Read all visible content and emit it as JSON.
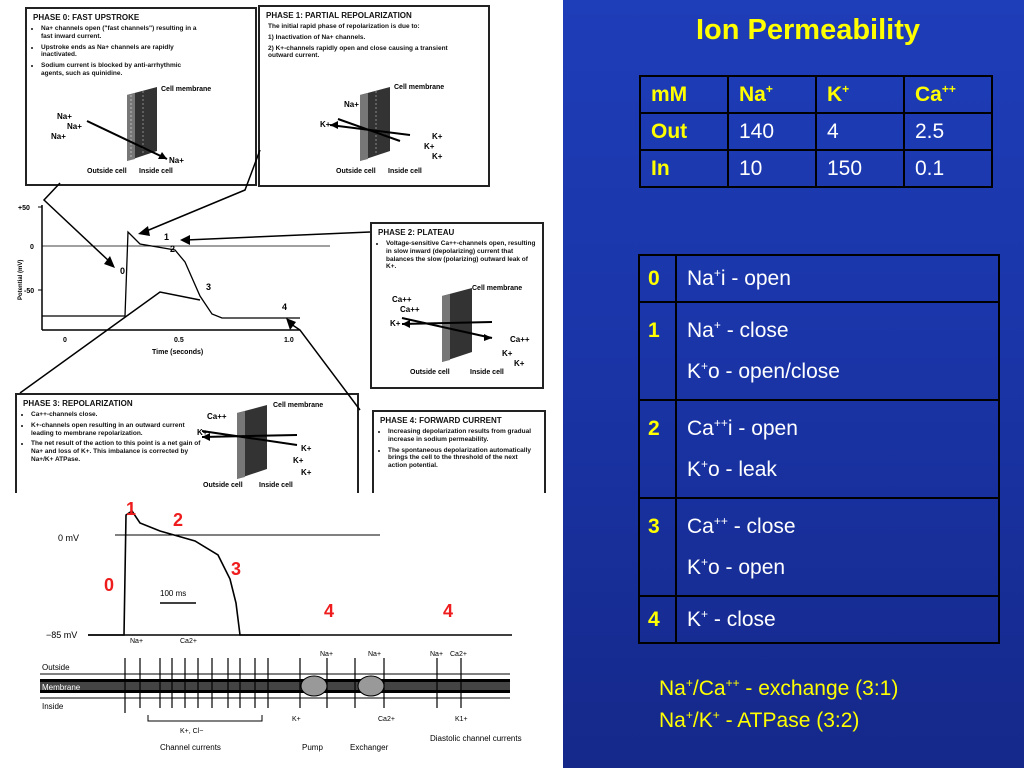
{
  "left": {
    "phase0": {
      "title": "PHASE 0: FAST UPSTROKE",
      "bullets": [
        "Na+ channels open (\"fast channels\") resulting in a fast inward current.",
        "Upstroke ends as Na+ channels are rapidly inactivated.",
        "Sodium current is blocked by anti-arrhythmic agents, such as quinidine."
      ],
      "membrane_label": "Cell membrane",
      "outside_label": "Outside cell",
      "inside_label": "Inside cell",
      "ion_na": "Na+"
    },
    "phase1": {
      "title": "PHASE 1: PARTIAL REPOLARIZATION",
      "intro": "The initial rapid phase of repolarization is due to:",
      "items": [
        "1) Inactivation of Na+ channels.",
        "2) K+-channels rapidly open and close causing a transient outward current."
      ],
      "membrane_label": "Cell membrane",
      "outside_label": "Outside cell",
      "inside_label": "Inside cell",
      "ion_na": "Na+",
      "ion_k": "K+"
    },
    "phase2": {
      "title": "PHASE 2: PLATEAU",
      "bullets": [
        "Voltage-sensitive Ca++-channels open, resulting in slow inward (depolarizing) current that balances the slow (polarizing) outward leak of K+."
      ],
      "membrane_label": "Cell membrane",
      "outside_label": "Outside cell",
      "inside_label": "Inside cell",
      "ion_ca": "Ca++",
      "ion_k": "K+"
    },
    "phase3": {
      "title": "PHASE 3: REPOLARIZATION",
      "bullets": [
        "Ca++-channels close.",
        "K+-channels open resulting in an outward current leading to membrane repolarization.",
        "The net result of the action to this point is a net gain of Na+ and loss of K+. This imbalance is corrected by Na+/K+ ATPase."
      ],
      "membrane_label": "Cell membrane",
      "outside_label": "Outside cell",
      "inside_label": "Inside cell",
      "ion_ca": "Ca++",
      "ion_k": "K+"
    },
    "phase4": {
      "title": "PHASE 4: FORWARD CURRENT",
      "bullets": [
        "Increasing depolarization results from gradual increase in sodium permeability.",
        "The spontaneous depolarization automatically brings the cell to the threshold of the next action potential."
      ]
    },
    "graph": {
      "ylabel": "Potential (mV)",
      "xlabel": "Time (seconds)",
      "yticks": [
        "+50",
        "0",
        "-50"
      ],
      "xticks": [
        "0",
        "0.5",
        "1.0"
      ],
      "phase_labels": [
        "0",
        "1",
        "2",
        "3",
        "4"
      ]
    },
    "lower": {
      "zero_mv": "0 mV",
      "minus85": "−85 mV",
      "scale": "100 ms",
      "red_labels": [
        "1",
        "2",
        "0",
        "3",
        "4",
        "4"
      ],
      "outside": "Outside",
      "membrane": "Membrane",
      "inside": "Inside",
      "ion_na": "Na+",
      "ion_ca2": "Ca2+",
      "ion_k": "K+",
      "kcl": "K+, Cl−",
      "k1": "K1+",
      "channel_currents": "Channel currents",
      "pump": "Pump",
      "exchanger": "Exchanger",
      "diastolic": "Diastolic channel currents"
    }
  },
  "right": {
    "title": "Ion Permeability",
    "conc_table": {
      "headers": [
        "mM",
        "Na",
        "K",
        "Ca"
      ],
      "header_sups": [
        "",
        "+",
        "+",
        "++"
      ],
      "rows": [
        {
          "label": "Out",
          "values": [
            "140",
            "4",
            "2.5"
          ]
        },
        {
          "label": "In",
          "values": [
            "10",
            "150",
            "0.1"
          ]
        }
      ]
    },
    "phase_table": [
      {
        "num": "0",
        "lines": [
          {
            "a": "Na",
            "sup": "+",
            "b": "i - open"
          }
        ]
      },
      {
        "num": "1",
        "lines": [
          {
            "a": "Na",
            "sup": "+",
            "b": " - close"
          },
          {
            "a": "K",
            "sup": "+",
            "b": "o - open/close"
          }
        ]
      },
      {
        "num": "2",
        "lines": [
          {
            "a": "Ca",
            "sup": "++",
            "b": "i - open"
          },
          {
            "a": "K",
            "sup": "+",
            "b": "o - leak"
          }
        ]
      },
      {
        "num": "3",
        "lines": [
          {
            "a": "Ca",
            "sup": "++",
            "b": " - close"
          },
          {
            "a": "K",
            "sup": "+",
            "b": "o - open"
          }
        ]
      },
      {
        "num": "4",
        "lines": [
          {
            "a": "K",
            "sup": "+",
            "b": " - close"
          }
        ]
      }
    ],
    "notes": [
      {
        "p1": "Na",
        "s1": "+",
        "p2": "/Ca",
        "s2": "++",
        "p3": " - exchange (3:1)"
      },
      {
        "p1": "Na",
        "s1": "+",
        "p2": "/K",
        "s2": "+",
        "p3": " - ATPase (3:2)"
      }
    ]
  },
  "colors": {
    "background_blue": "#1a35a8",
    "title_yellow": "#ffff00",
    "label_red": "#ee1c1c"
  }
}
